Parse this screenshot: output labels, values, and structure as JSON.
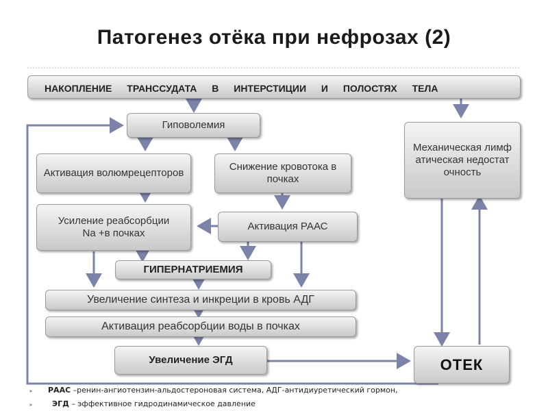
{
  "title": "Патогенез отёка при нефрозах (2)",
  "boxes": {
    "top_banner": "НАКОПЛЕНИЕ ТРАНССУДАТА В ИНТЕРСТИЦИИ И ПОЛОСТЯХ ТЕЛА",
    "hypovolemia": "Гиповолемия",
    "volumereceptors": "Активация волюмрецепторов",
    "renal_flow": "Снижение кровотока в почках",
    "mechanical_lymph": "Механическая лимфатическая недостаточность",
    "na_reabsorption": "Усиление реабсорбции Na +в почках",
    "raas": "Активация РААС",
    "hypernatremia": "ГИПЕРНАТРИЕМИЯ",
    "adh": "Увеличение синтеза и инкреции в кровь АДГ",
    "water_reabsorption": "Активация реабсорбции воды в почках",
    "egd": "Увеличение ЭГД",
    "edema": "ОТЕК"
  },
  "footer": {
    "line1_abbr": "РААС",
    "line1_text": " –ренин-ангиотензин-альдостероновая система, АДГ-антидиуретический гормон,",
    "line2_abbr": "ЭГД",
    "line2_text": " – эффективное гидродинамическое давление"
  },
  "colors": {
    "arrow": "#7b83a8",
    "box_top": "#f4f4f4",
    "box_bottom": "#c9c9c9"
  }
}
